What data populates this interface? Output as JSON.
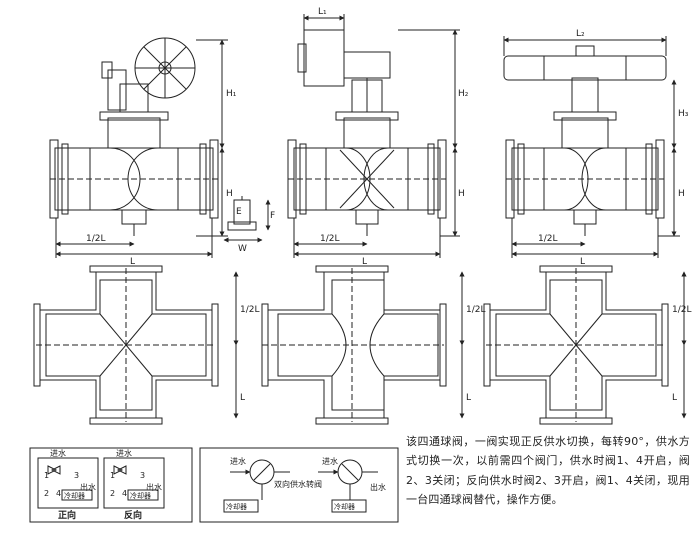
{
  "dims": {
    "l1": "L₁",
    "l2": "L₂",
    "h1": "H₁",
    "h2": "H₂",
    "h3": "H₃",
    "h": "H",
    "half_l": "1/2L",
    "l": "L",
    "f": "F",
    "e": "E",
    "w": "W"
  },
  "schematics": {
    "inlet": "进水",
    "outlet": "出水",
    "cooler": "冷却器",
    "forward": "正向",
    "reverse": "反向",
    "reversing_valve": "双向供水转阀",
    "ports": [
      "1",
      "2",
      "3",
      "4"
    ]
  },
  "description": "该四通球阀，一阀实现正反供水切换，每转90°，供水方式切换一次，以前需四个阀门，供水时阀1、4开启，阀2、3关闭；反向供水时阀2、3开启，阀1、4关闭，现用一台四通球阀替代，操作方便。"
}
